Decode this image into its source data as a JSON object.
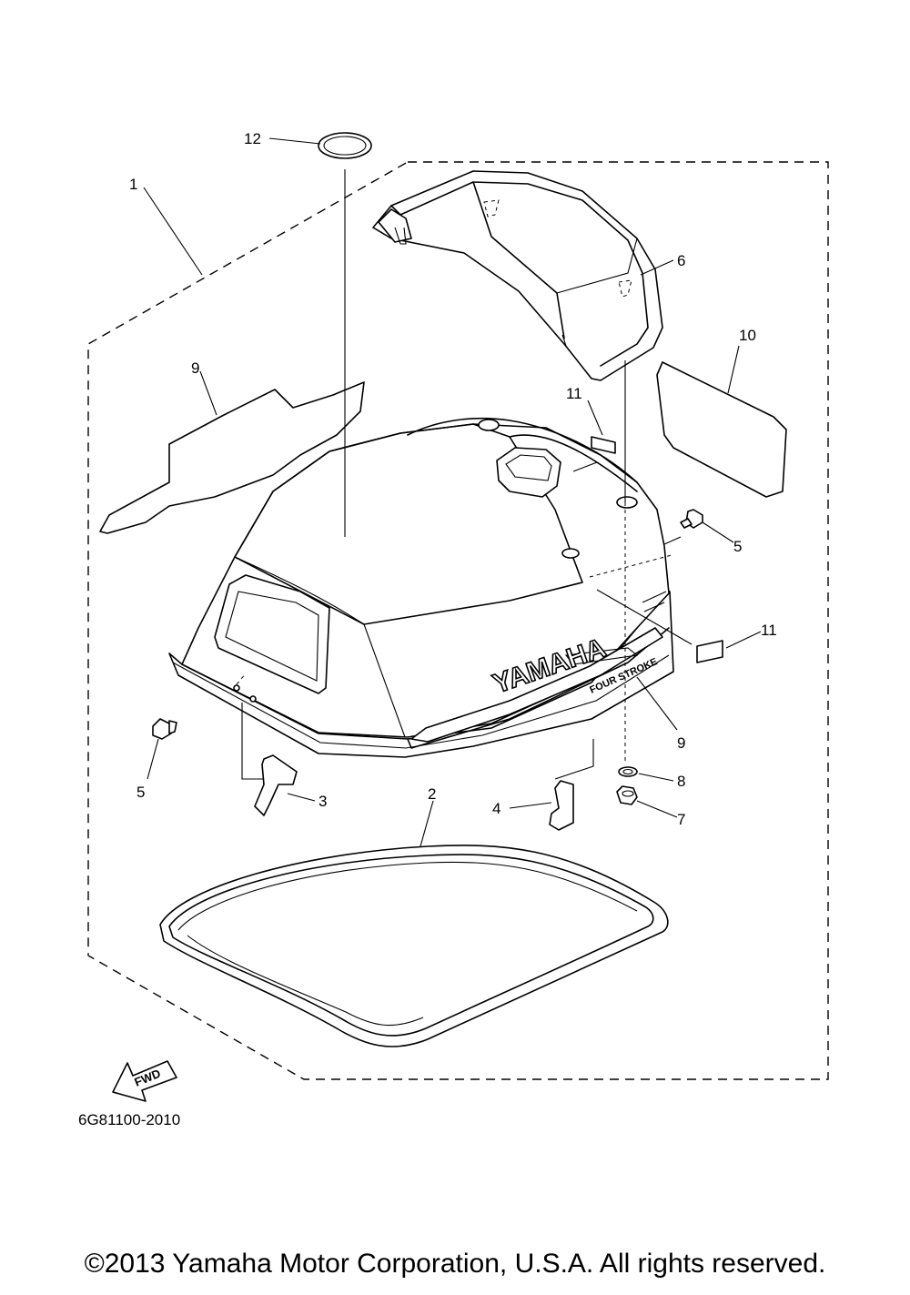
{
  "callouts": {
    "c1": "1",
    "c2": "2",
    "c3": "3",
    "c4": "4",
    "c5a": "5",
    "c5b": "5",
    "c6": "6",
    "c7": "7",
    "c8": "8",
    "c9a": "9",
    "c9b": "9",
    "c10": "10",
    "c11a": "11",
    "c11b": "11",
    "c12": "12"
  },
  "labels": {
    "fwd": "FWD",
    "brand": "YAMAHA",
    "model": "FOUR STROKE",
    "drawing_code": "6G81100-2010",
    "copyright": "©2013 Yamaha Motor Corporation, U.S.A. All rights reserved."
  }
}
